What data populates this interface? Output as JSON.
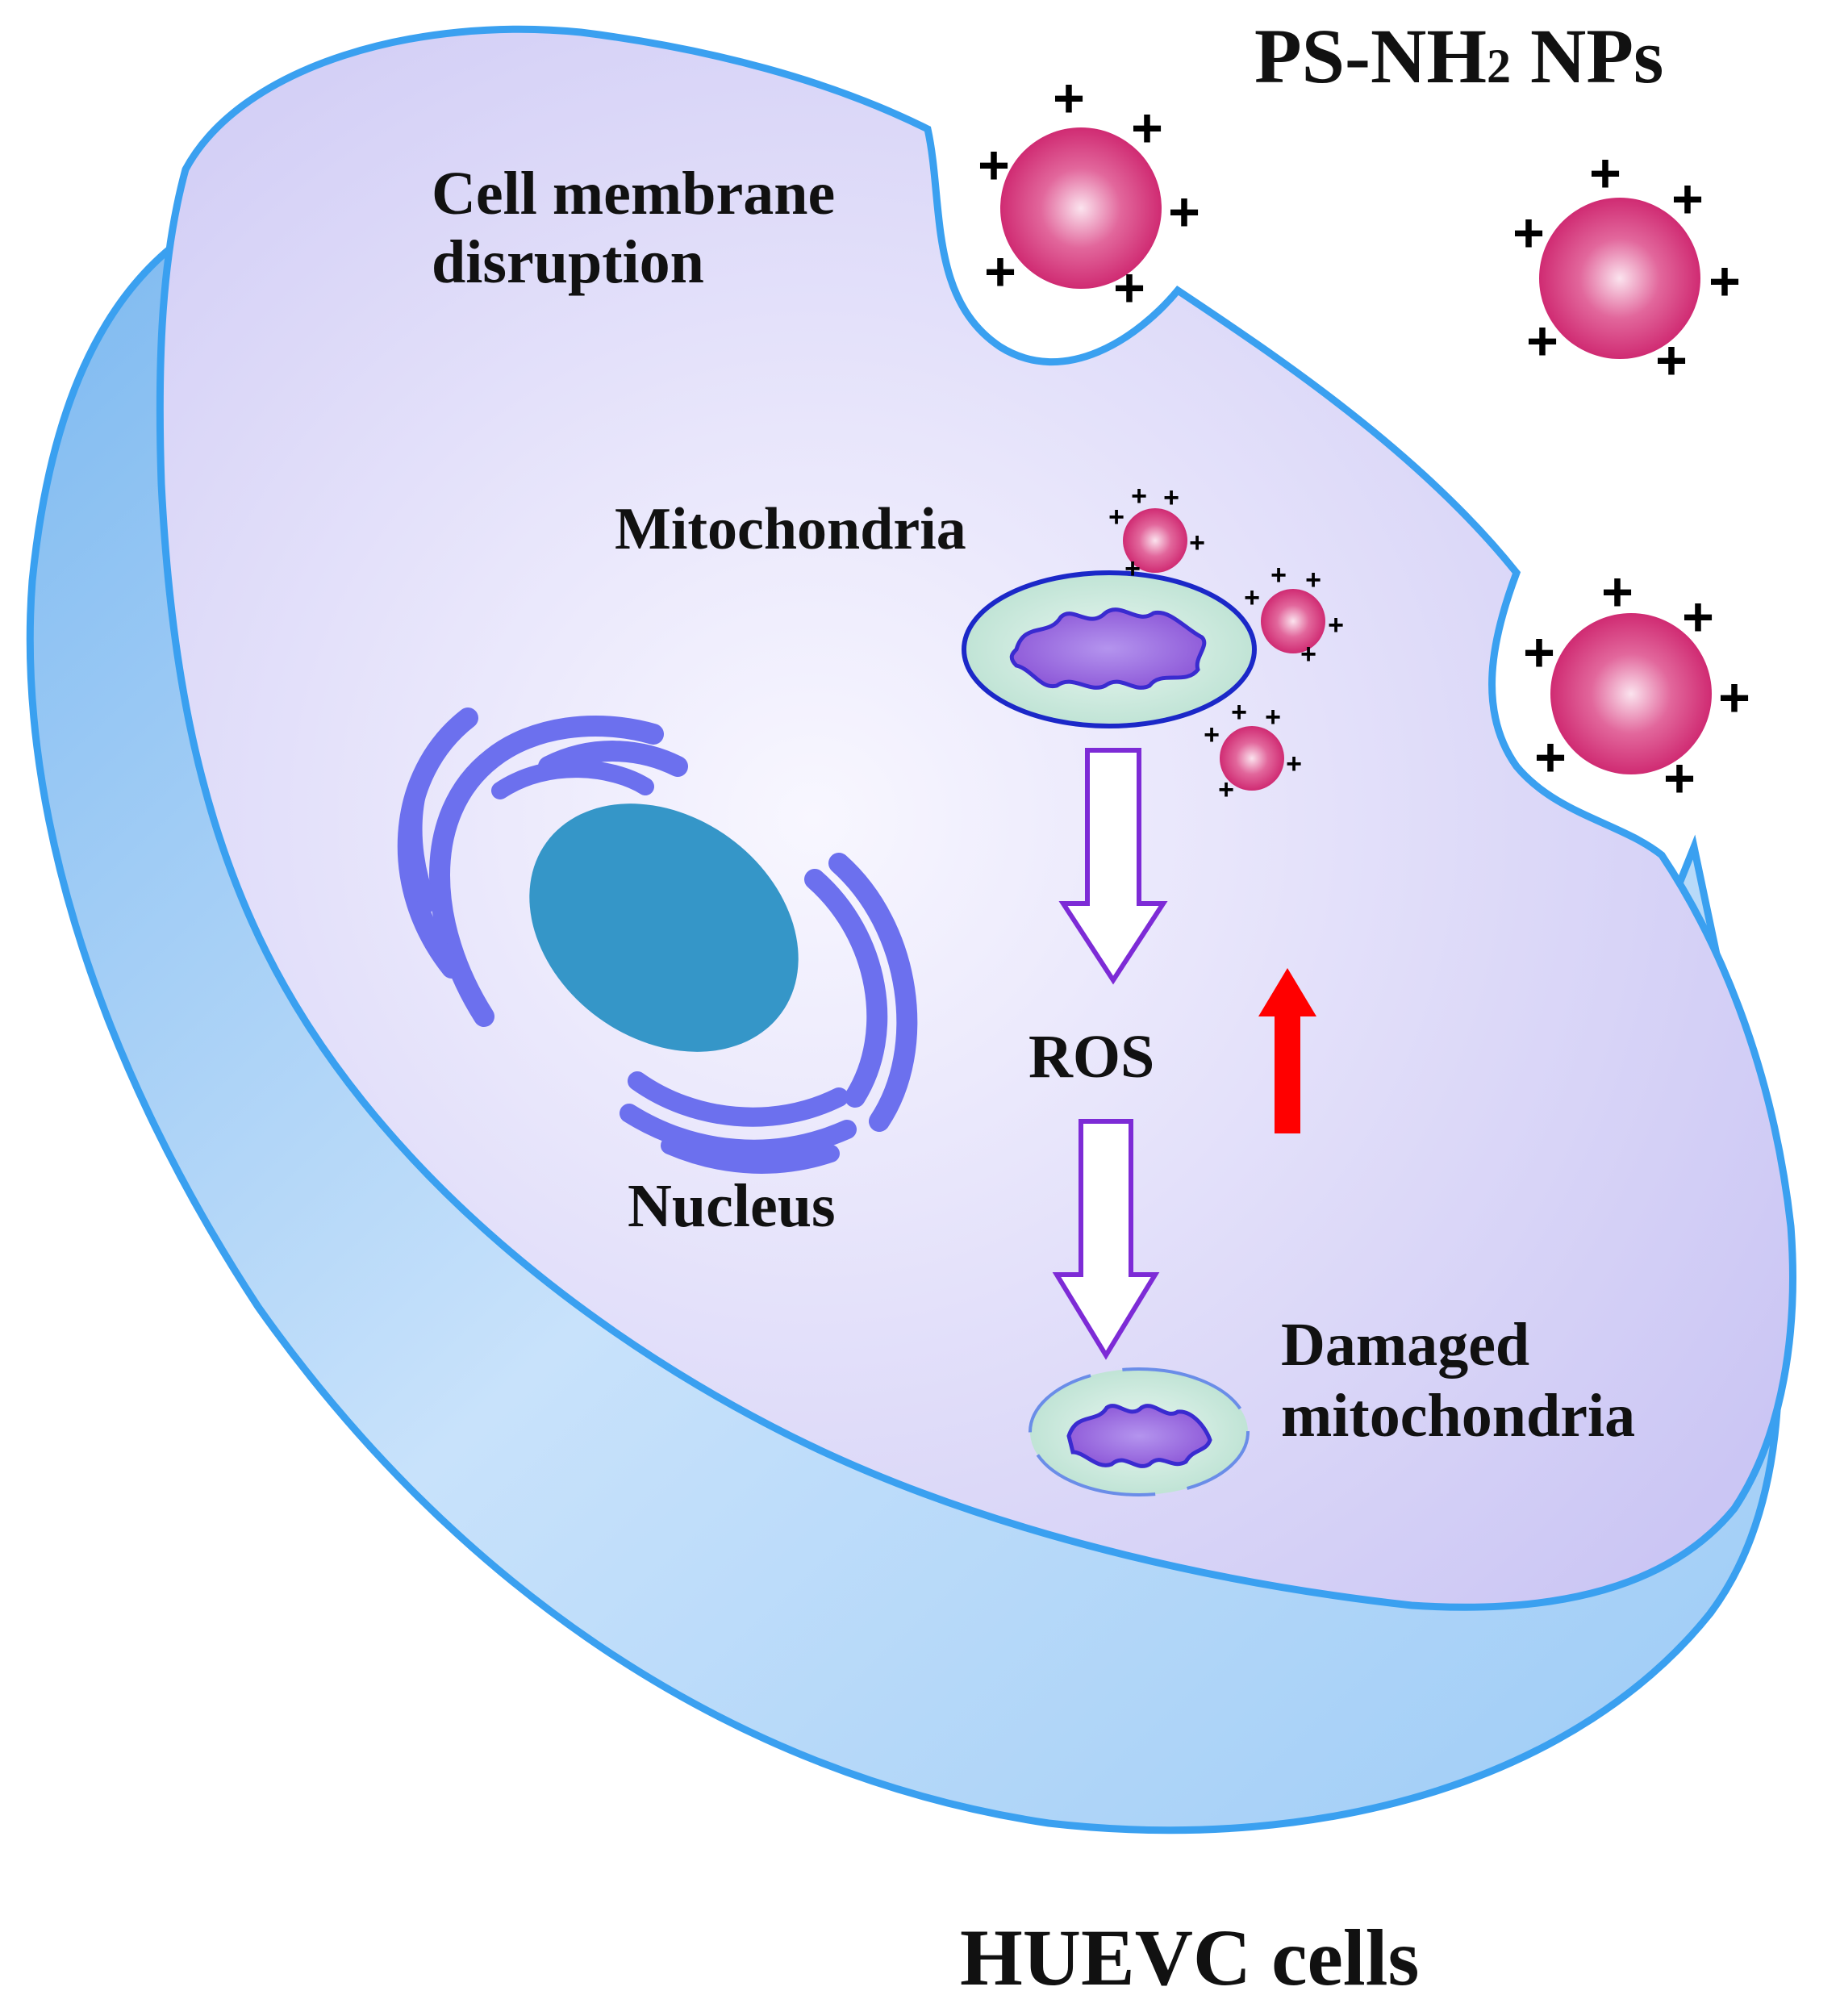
{
  "labels": {
    "title_prefix": "PS-NH",
    "title_subscript": "2",
    "title_suffix": " NPs",
    "membrane_line1": "Cell membrane",
    "membrane_line2": "disruption",
    "mitochondria": "Mitochondria",
    "ros": "ROS",
    "nucleus": "Nucleus",
    "damaged_line1": "Damaged",
    "damaged_line2": "mitochondria",
    "cell_type": "HUEVC cells"
  },
  "symbols": {
    "charge": "+"
  },
  "colors": {
    "membrane_stroke": "#3aa0f0",
    "cell_side": "#9ccbf6",
    "cytoplasm_light": "#f8f7ff",
    "cytoplasm": "#cbc6f4",
    "nanoparticle": "#cc1f6a",
    "nanoparticle_highlight": "#fbe3ee",
    "mito_outer_fill": "#b8e0d0",
    "mito_outer_stroke": "#1b28c8",
    "mito_cristae": "#8a53d6",
    "nucleus": "#3596c8",
    "er": "#6c70ee",
    "process_arrow": "#7d2bd6",
    "increase_arrow": "#ff0000",
    "text": "#111111"
  },
  "icons": {
    "nanoparticle": "positively-charged-sphere-icon",
    "increase": "red-up-arrow-icon"
  }
}
